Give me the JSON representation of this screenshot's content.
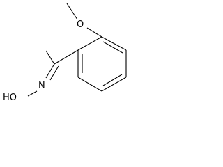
{
  "molecule": {
    "atom_labels": {
      "methoxy_oxygen": "O",
      "hydroxyl_group": "HO",
      "imine_nitrogen": "N"
    }
  }
}
